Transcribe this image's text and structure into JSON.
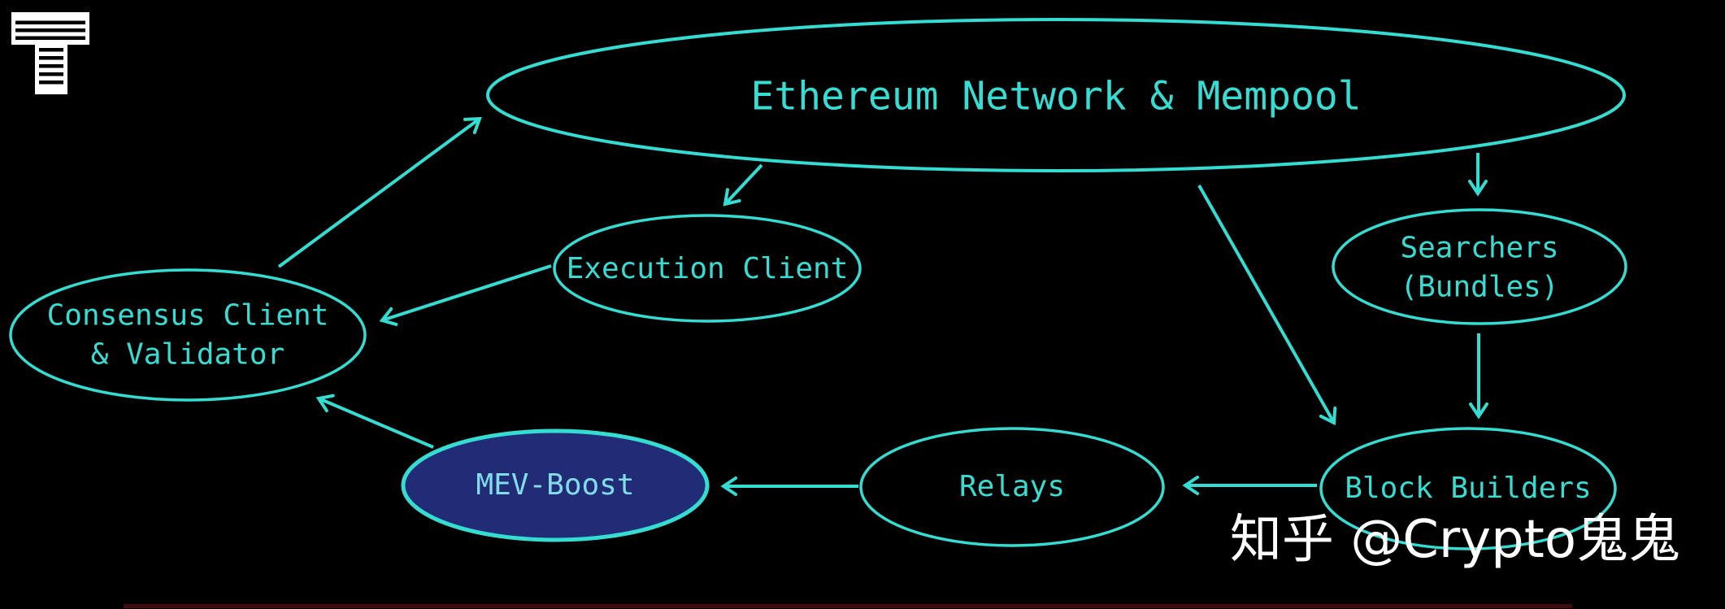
{
  "diagram_title": "Ethereum MEV-Boost block flow diagram",
  "nodes": {
    "network": {
      "label": "Ethereum Network & Mempool"
    },
    "execution": {
      "label": "Execution Client"
    },
    "consensus": {
      "label": "Consensus Client\n& Validator"
    },
    "searchers": {
      "label": "Searchers\n(Bundles)"
    },
    "builders": {
      "label": "Block Builders"
    },
    "relays": {
      "label": "Relays"
    },
    "mevboost": {
      "label": "MEV-Boost"
    }
  },
  "edges": [
    {
      "from": "Consensus Client & Validator",
      "to": "Ethereum Network & Mempool"
    },
    {
      "from": "Ethereum Network & Mempool",
      "to": "Execution Client"
    },
    {
      "from": "Execution Client",
      "to": "Consensus Client & Validator"
    },
    {
      "from": "Ethereum Network & Mempool",
      "to": "Searchers (Bundles)"
    },
    {
      "from": "Ethereum Network & Mempool",
      "to": "Block Builders"
    },
    {
      "from": "Searchers (Bundles)",
      "to": "Block Builders"
    },
    {
      "from": "Block Builders",
      "to": "Relays"
    },
    {
      "from": "Relays",
      "to": "MEV-Boost"
    },
    {
      "from": "MEV-Boost",
      "to": "Consensus Client & Validator"
    }
  ],
  "watermark": {
    "text": "知乎 @Crypto鬼鬼"
  },
  "logo": {
    "name": "striped-t-logo"
  },
  "colors": {
    "background": "#000000",
    "line_cyan": "#34dcd2",
    "node_text_cyan": "#37ddd2",
    "mevboost_fill": "#212b76",
    "mevboost_text": "#82dcea",
    "watermark_white": "#ffffff",
    "logo_white": "#ffffff",
    "bottom_strip_maroon": "#3f0d10"
  }
}
